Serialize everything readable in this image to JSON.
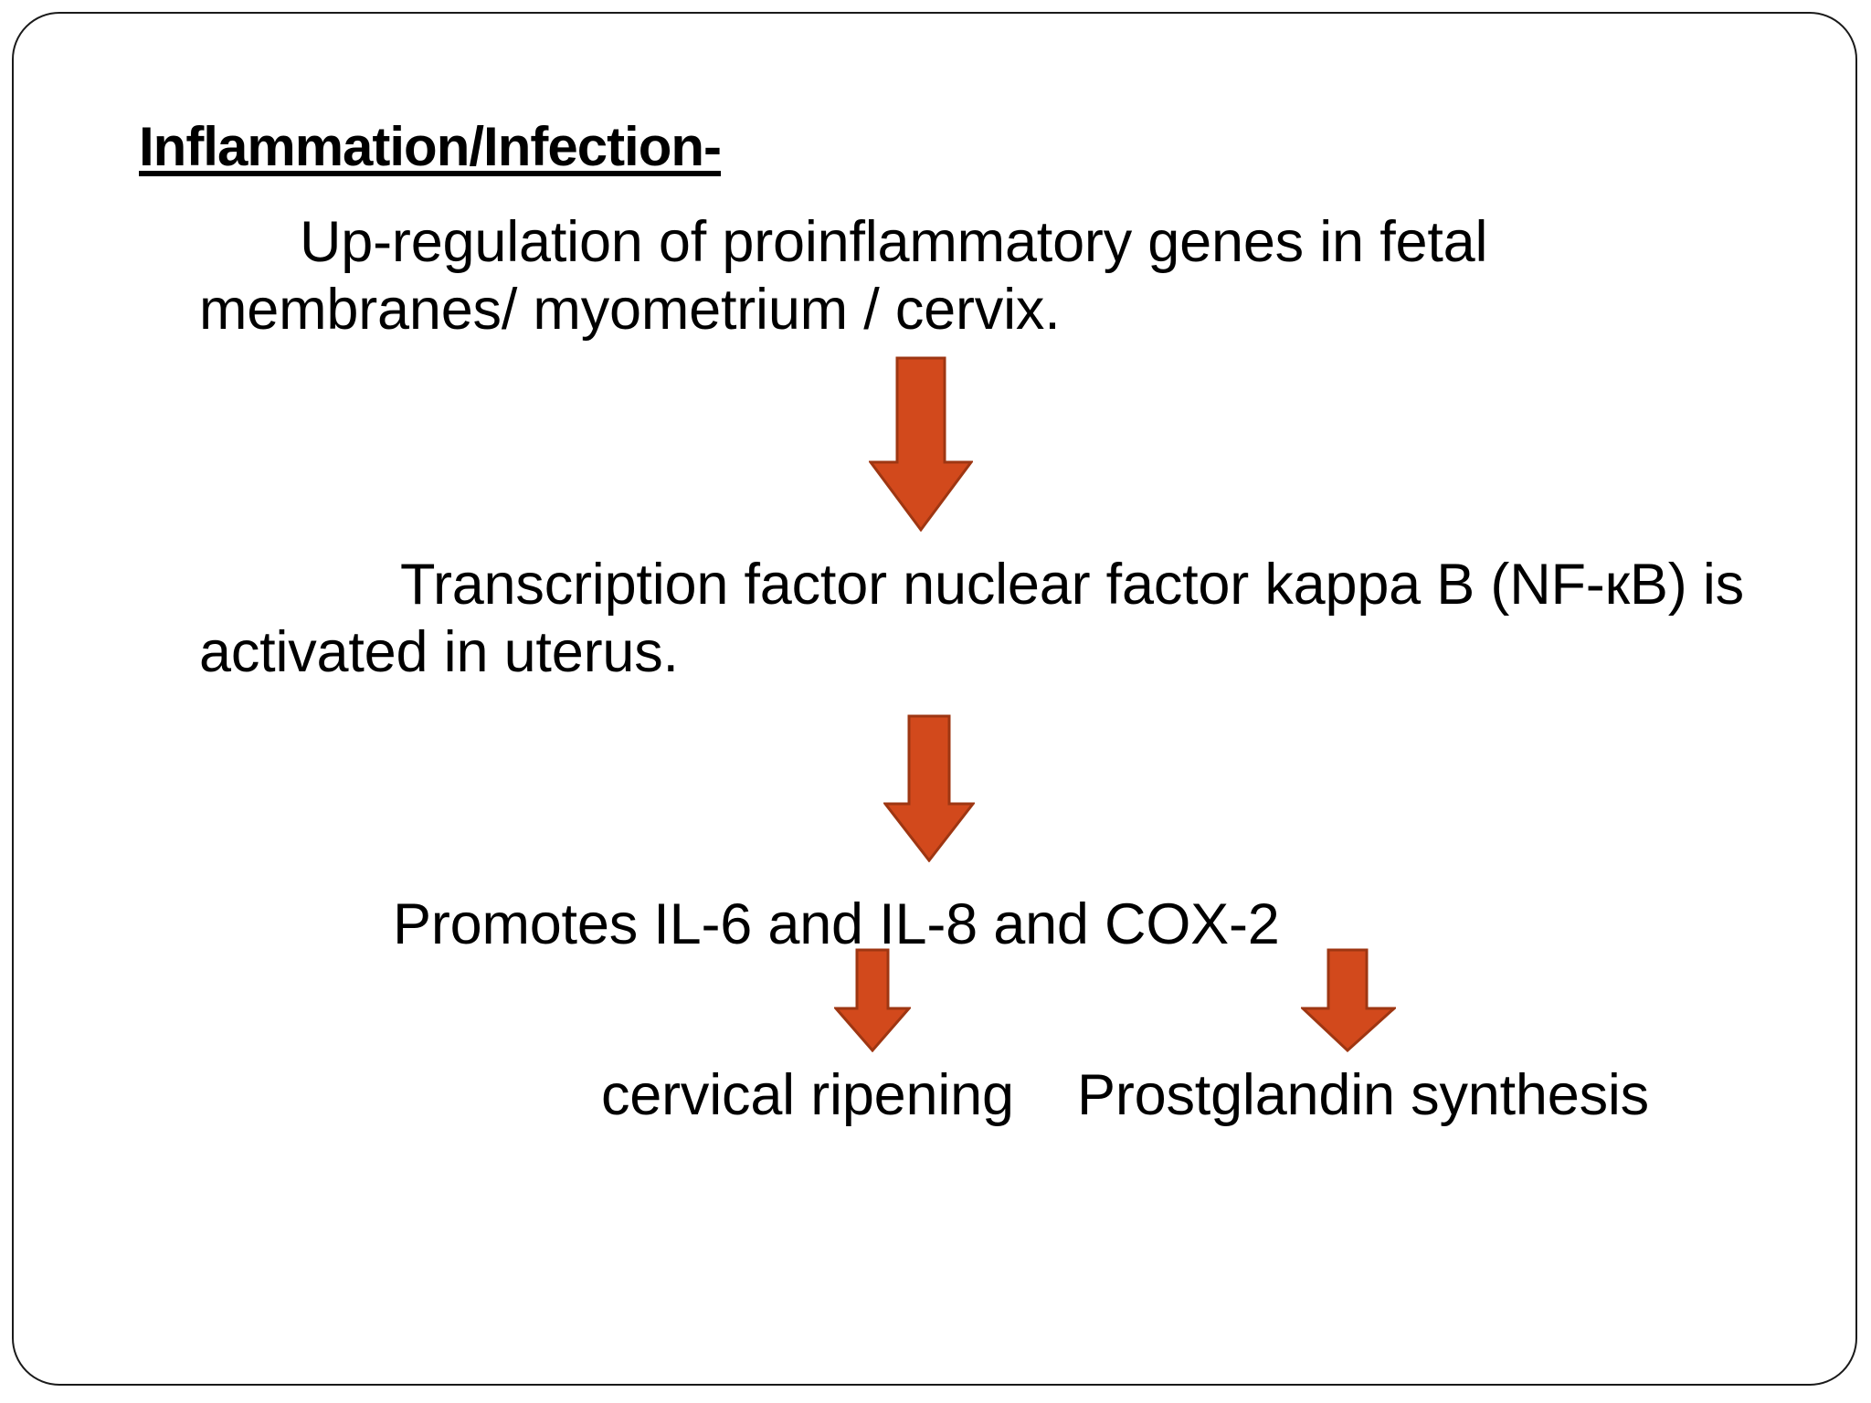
{
  "slide": {
    "title": "Inflammation/Infection-",
    "background_color": "#ffffff",
    "border_color": "#1a1a1a",
    "text_color": "#000000",
    "arrow_color": "#d2491c",
    "arrow_border_color": "#9e3612"
  },
  "body": {
    "paragraph_1": "Up-regulation of proinflammatory genes in fetal membranes/ myometrium / cervix.",
    "paragraph_2": "Transcription factor nuclear factor kappa B (NF-кB) is activated in uterus.",
    "paragraph_3": "Promotes IL-6 and IL-8 and COX-2",
    "paragraph_4": "cervical ripening    Prostglandin synthesis"
  },
  "flow": {
    "steps": [
      "Up-regulation of proinflammatory genes in fetal membranes/ myometrium / cervix.",
      "Transcription factor nuclear factor kappa B (NF-кB) is activated in uterus.",
      "Promotes IL-6 and IL-8 and COX-2"
    ],
    "outcomes": [
      "cervical ripening",
      "Prostglandin synthesis"
    ],
    "connectors": [
      {
        "name": "arrow-down-1",
        "from": "paragraph_1",
        "to": "paragraph_2"
      },
      {
        "name": "arrow-down-2",
        "from": "paragraph_2",
        "to": "paragraph_3"
      },
      {
        "name": "arrow-down-3",
        "from": "paragraph_3",
        "to": "cervical ripening"
      },
      {
        "name": "arrow-down-4",
        "from": "paragraph_3",
        "to": "Prostglandin synthesis"
      }
    ]
  }
}
